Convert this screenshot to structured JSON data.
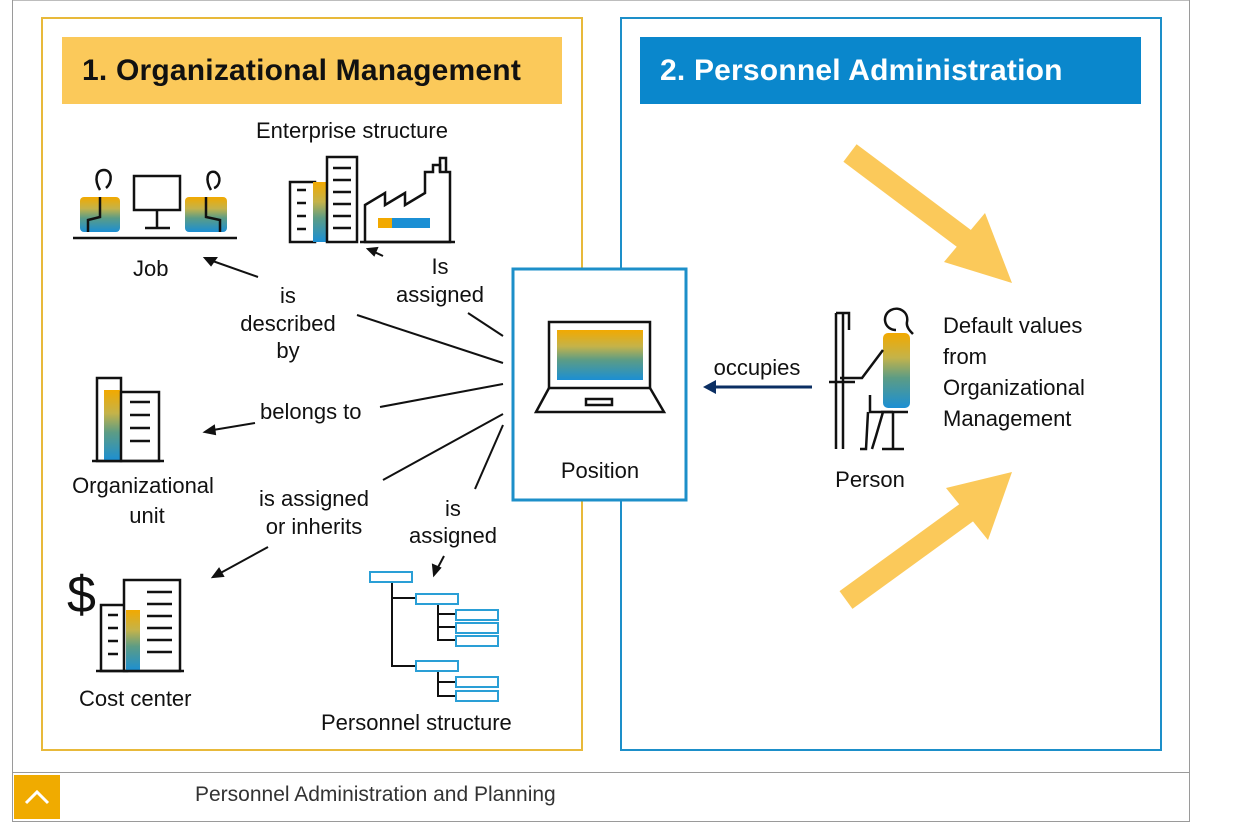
{
  "panels": {
    "organizational_management": {
      "title": "1. Organizational Management"
    },
    "personnel_administration": {
      "title": "2. Personnel Administration"
    }
  },
  "nodes": {
    "job": "Job",
    "enterprise_structure": "Enterprise structure",
    "organizational_unit": [
      "Organizational",
      "unit"
    ],
    "cost_center": "Cost center",
    "personnel_structure": "Personnel structure",
    "position": "Position",
    "person": "Person"
  },
  "relations": {
    "is_described_by": [
      "is",
      "described",
      "by"
    ],
    "is_assigned_enterprise": [
      "Is",
      "assigned"
    ],
    "belongs_to": "belongs to",
    "is_assigned_or_inherits": [
      "is assigned",
      "or inherits"
    ],
    "is_assigned_personnel": [
      "is",
      "assigned"
    ],
    "occupies": "occupies"
  },
  "default_values": [
    "Default values",
    "from",
    "Organizational",
    "Management"
  ],
  "icons": [
    "job-icon",
    "enterprise-structure-icon",
    "organizational-unit-icon",
    "cost-center-icon",
    "personnel-structure-icon",
    "position-laptop-icon",
    "person-icon"
  ],
  "colors": {
    "om_accent": "#fbc95a",
    "pa_accent": "#0a87cc",
    "arrow_yellow": "#fbc95a",
    "occupies_arrow": "#0b2f63",
    "footer_button": "#f0ab00"
  },
  "footer": {
    "title": "Personnel Administration and Planning"
  }
}
